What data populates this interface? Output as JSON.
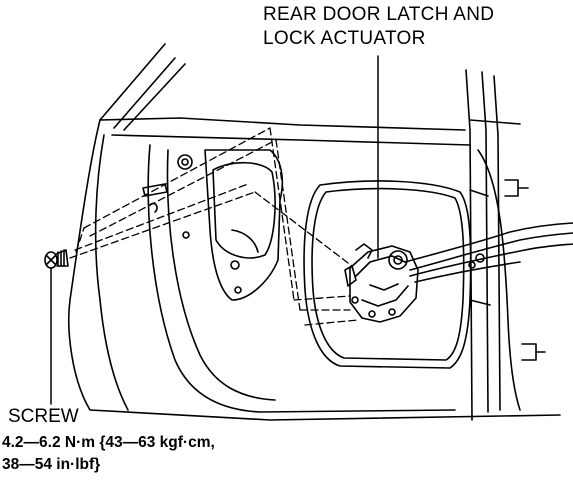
{
  "labels": {
    "actuator_line1": "REAR DOOR LATCH AND",
    "actuator_line2": "LOCK ACTUATOR",
    "screw": "SCREW",
    "torque_line1": "4.2—6.2 N·m {43—63 kgf·cm,",
    "torque_line2": "38—54 in·lbf}"
  }
}
